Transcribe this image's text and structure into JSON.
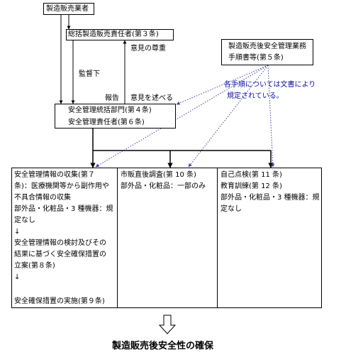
{
  "manufacturer": "製造販売業者",
  "general_manager": "総括製造販売責任者(第３条)",
  "respect_opinion": "意見の尊重",
  "supervision": "監督下",
  "report": "報告",
  "state_opinion": "意見を述べる",
  "procedure_doc": {
    "line1": "製造販売後安全管理業務",
    "line2": "手順書等(第５条)"
  },
  "procedure_note": {
    "line1": "各手順については文書により",
    "line2": "規定されている。"
  },
  "safety_dept": {
    "line1": "安全管理統括部門(第４条)",
    "line2": "安全管理責任者(第６条)"
  },
  "col1": {
    "l1": "安全管理情報の収集(第７",
    "l2": "条)：医療機関等から副作用や",
    "l3": "不具合情報の収集",
    "l4": "部外品・化粧品・3 種機器：規",
    "l5": "定なし",
    "arrow1": "↓",
    "l6": "安全管理情報の検討及びその",
    "l7": "結果に基づく安全確保措置の",
    "l8": "立案(第８条)",
    "arrow2": "↓",
    "l9": "安全確保措置の実施(第９条)"
  },
  "col2": {
    "l1": "市販直後調査(第 10 条)",
    "l2": "部外品・化粧品：一部のみ"
  },
  "col3": {
    "l1": "自己点検(第 11 条)",
    "l2": "教育訓練(第 12 条)",
    "l3": "部外品・化粧品・3 種機器：規",
    "l4": "定なし"
  },
  "result": "製造販売後安全性の確保",
  "colors": {
    "line": "#000000",
    "dotted": "#4040a0",
    "note_text": "#1010a0"
  }
}
